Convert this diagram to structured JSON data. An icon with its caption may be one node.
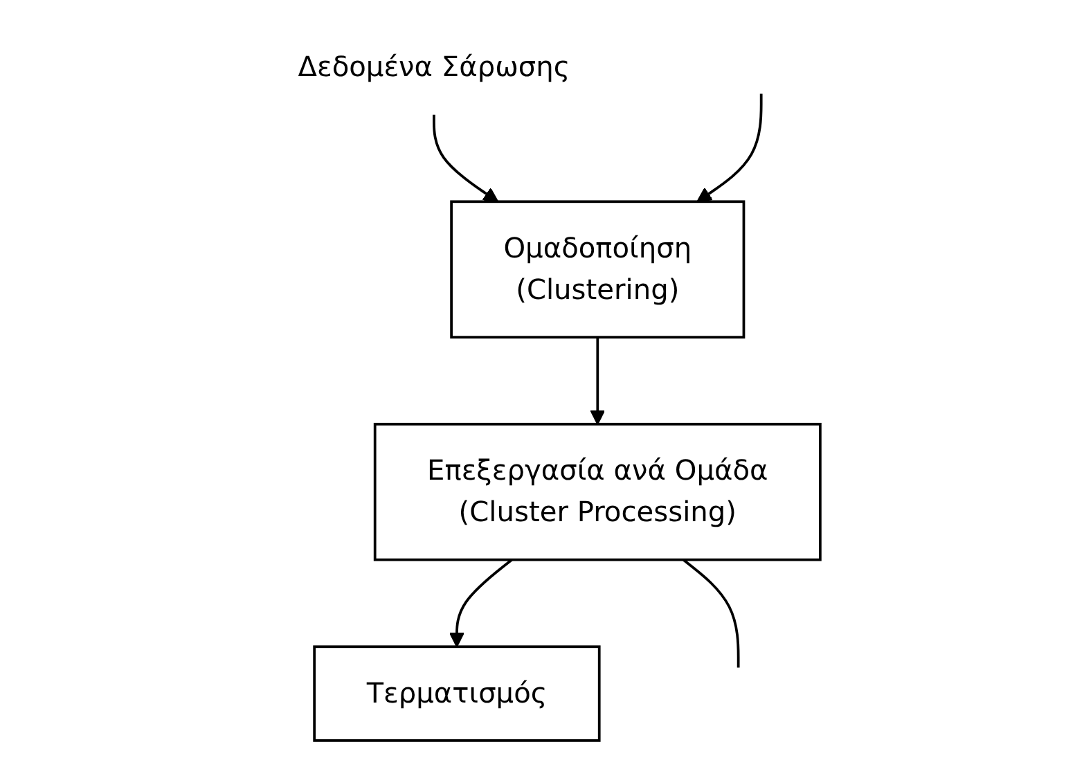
{
  "diagram": {
    "nodes": [
      {
        "text": [
          "Δεδομένα Σάρωσης"
        ]
      },
      {
        "text": [
          "Ομαδοποίηση",
          "(Clustering)"
        ]
      },
      {
        "text": [
          "Επεξεργασία ανά Ομάδα",
          "(Cluster Processing)"
        ]
      },
      {
        "text": [
          "Τερματισμός"
        ]
      }
    ],
    "edges": [
      {
        "from": 0,
        "to": 1,
        "arrow": "to"
      },
      {
        "from": null,
        "to": 1,
        "arrow": "to"
      },
      {
        "from": 1,
        "to": 2,
        "arrow": "to"
      },
      {
        "from": 2,
        "to": 3,
        "arrow": "to"
      },
      {
        "from": 2,
        "to": null,
        "arrow": "none"
      }
    ]
  }
}
